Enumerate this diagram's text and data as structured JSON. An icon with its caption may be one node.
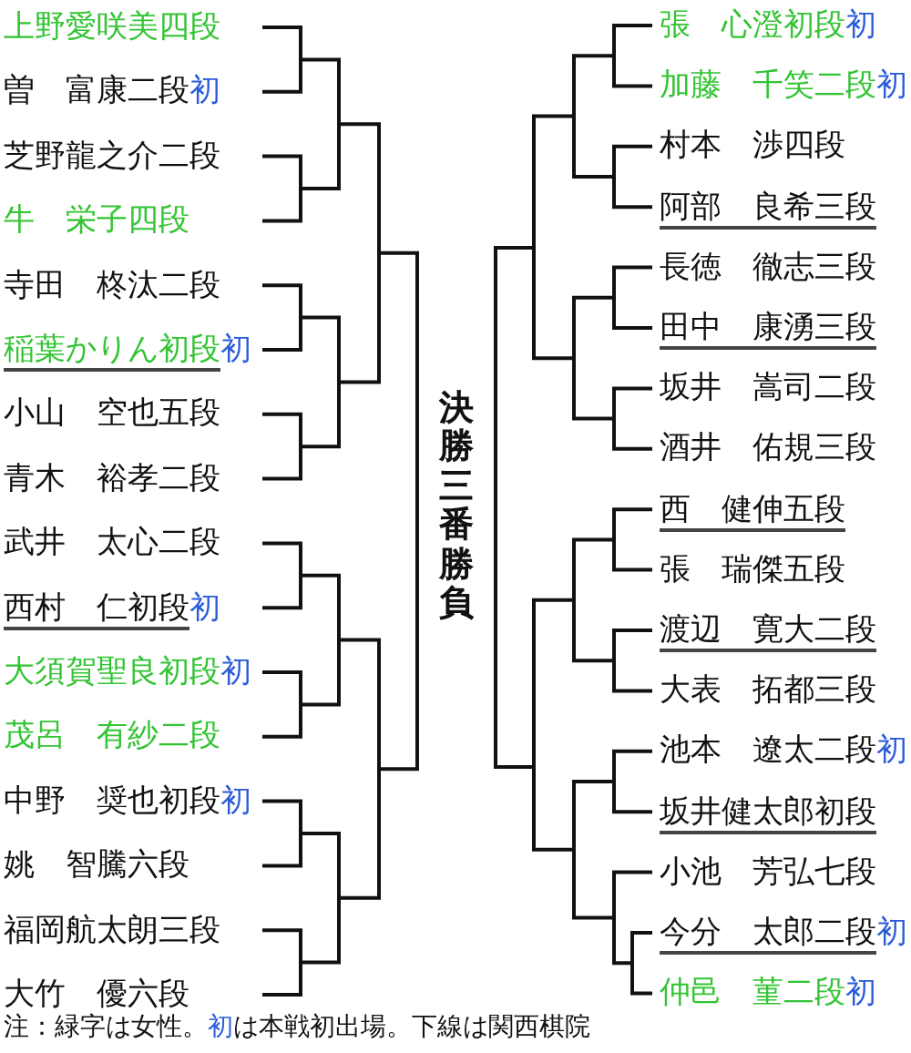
{
  "diagram": {
    "nodes": [
      {
        "text": [
          "上野愛咲美四段"
        ]
      },
      {
        "text": [
          "曽　富康二段",
          "初"
        ]
      },
      {
        "text": [
          "芝野龍之介二段"
        ]
      },
      {
        "text": [
          "牛　栄子四段"
        ]
      },
      {
        "text": [
          "寺田　柊汰二段"
        ]
      },
      {
        "text": [
          "稲葉かりん初段",
          "初"
        ]
      },
      {
        "text": [
          "小山　空也五段"
        ]
      },
      {
        "text": [
          "青木　裕孝二段"
        ]
      },
      {
        "text": [
          "武井　太心二段"
        ]
      },
      {
        "text": [
          "西村　仁初段",
          "初"
        ]
      },
      {
        "text": [
          "大須賀聖良初段",
          "初"
        ]
      },
      {
        "text": [
          "茂呂　有紗二段"
        ]
      },
      {
        "text": [
          "中野　奨也初段",
          "初"
        ]
      },
      {
        "text": [
          "姚　智騰六段"
        ]
      },
      {
        "text": [
          "福岡航太朗三段"
        ]
      },
      {
        "text": [
          "大竹　優六段"
        ]
      },
      {
        "text": [
          "張　心澄初段",
          "初"
        ]
      },
      {
        "text": [
          "加藤　千笑二段",
          "初"
        ]
      },
      {
        "text": [
          "村本　渉四段"
        ]
      },
      {
        "text": [
          "阿部　良希三段"
        ]
      },
      {
        "text": [
          "長徳　徹志三段"
        ]
      },
      {
        "text": [
          "田中　康湧三段"
        ]
      },
      {
        "text": [
          "坂井　嵩司二段"
        ]
      },
      {
        "text": [
          "酒井　佑規三段"
        ]
      },
      {
        "text": [
          "西　健伸五段"
        ]
      },
      {
        "text": [
          "張　瑞傑五段"
        ]
      },
      {
        "text": [
          "渡辺　寛大二段"
        ]
      },
      {
        "text": [
          "大表　拓都三段"
        ]
      },
      {
        "text": [
          "池本　遼太二段",
          "初"
        ]
      },
      {
        "text": [
          "坂井健太郎初段"
        ]
      },
      {
        "text": [
          "小池　芳弘七段"
        ]
      },
      {
        "text": [
          "今分　太郎二段",
          "初"
        ]
      },
      {
        "text": [
          "仲邑　菫二段",
          "初"
        ]
      }
    ],
    "edges": [
      {
        "from": 0,
        "to": null,
        "arrow": "none"
      },
      {
        "from": 1,
        "to": null,
        "arrow": "none"
      },
      {
        "from": 2,
        "to": null,
        "arrow": "none"
      },
      {
        "from": 3,
        "to": null,
        "arrow": "none"
      },
      {
        "from": 4,
        "to": null,
        "arrow": "none"
      },
      {
        "from": 5,
        "to": null,
        "arrow": "none"
      },
      {
        "from": 6,
        "to": null,
        "arrow": "none"
      },
      {
        "from": 7,
        "to": null,
        "arrow": "none"
      },
      {
        "from": 8,
        "to": null,
        "arrow": "none"
      },
      {
        "from": 9,
        "to": null,
        "arrow": "none"
      },
      {
        "from": 10,
        "to": null,
        "arrow": "none"
      },
      {
        "from": 11,
        "to": null,
        "arrow": "none"
      },
      {
        "from": 12,
        "to": null,
        "arrow": "none"
      },
      {
        "from": 13,
        "to": null,
        "arrow": "none"
      },
      {
        "from": 14,
        "to": null,
        "arrow": "none"
      },
      {
        "from": 15,
        "to": null,
        "arrow": "none"
      },
      {
        "from": 16,
        "to": null,
        "arrow": "none"
      },
      {
        "from": 17,
        "to": null,
        "arrow": "none"
      },
      {
        "from": 18,
        "to": null,
        "arrow": "none"
      },
      {
        "from": 19,
        "to": null,
        "arrow": "none"
      },
      {
        "from": 20,
        "to": null,
        "arrow": "none"
      },
      {
        "from": 21,
        "to": null,
        "arrow": "none"
      },
      {
        "from": 22,
        "to": null,
        "arrow": "none"
      },
      {
        "from": 23,
        "to": null,
        "arrow": "none"
      },
      {
        "from": 24,
        "to": null,
        "arrow": "none"
      },
      {
        "from": 25,
        "to": null,
        "arrow": "none"
      },
      {
        "from": 26,
        "to": null,
        "arrow": "none"
      },
      {
        "from": 27,
        "to": null,
        "arrow": "none"
      },
      {
        "from": 28,
        "to": null,
        "arrow": "none"
      },
      {
        "from": 29,
        "to": null,
        "arrow": "none"
      },
      {
        "from": 30,
        "to": null,
        "arrow": "none"
      },
      {
        "from": 31,
        "to": null,
        "arrow": "none"
      },
      {
        "from": 32,
        "to": null,
        "arrow": "none"
      }
    ],
    "labels": [
      "決勝三番勝負",
      "注：緑字は女性。",
      "初",
      "は本戦初出場。下線は関西棋院"
    ]
  }
}
